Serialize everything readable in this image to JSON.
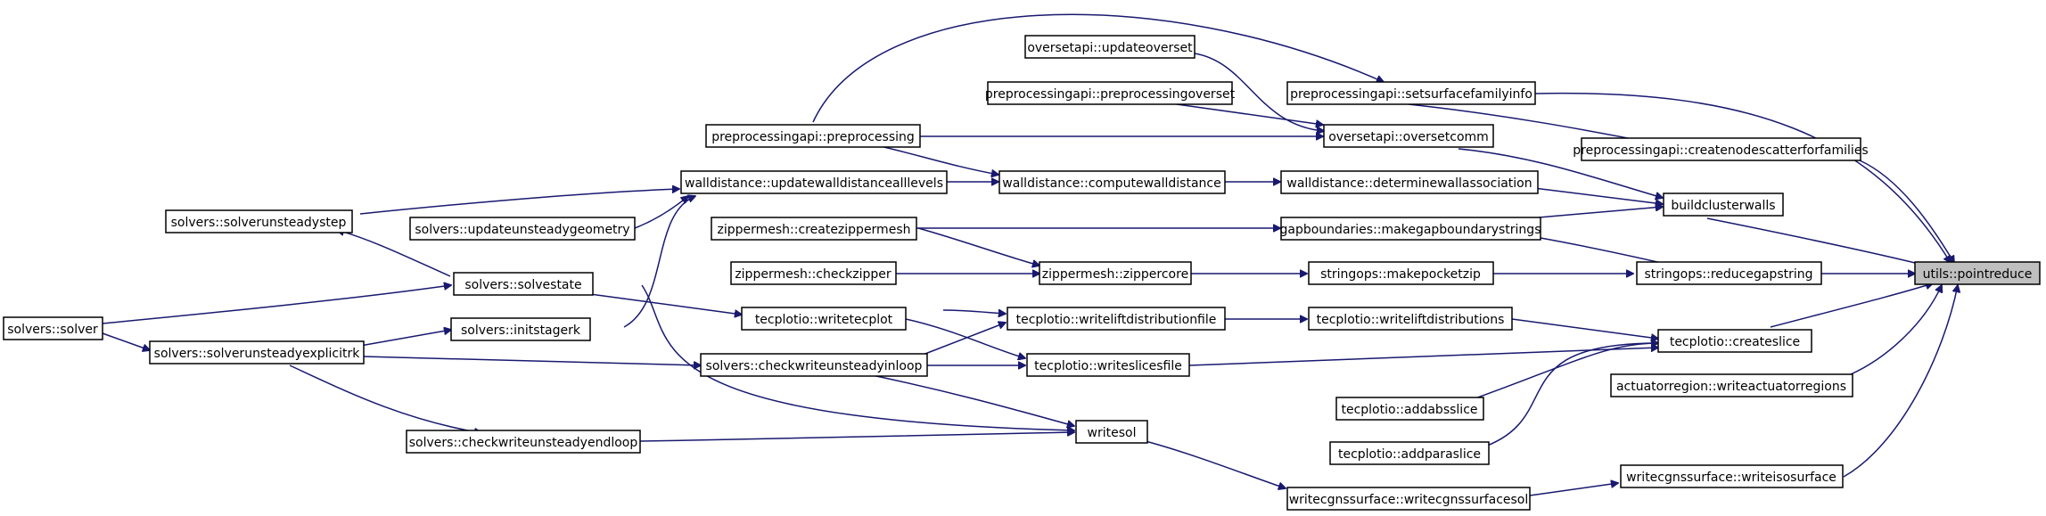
{
  "diagram": {
    "type": "call-graph",
    "colors": {
      "edge": "#191970",
      "root_fill": "#bfbfbf",
      "node_fill": "#ffffff",
      "node_stroke": "#000000"
    },
    "nodes": [
      {
        "id": "root",
        "label": "utils::pointreduce",
        "root": true
      },
      {
        "id": "setsurfacefamilyinfo",
        "label": "preprocessingapi::setsurfacefamilyinfo"
      },
      {
        "id": "createnodescatter",
        "label": "preprocessingapi::createnodescatterforfamilies"
      },
      {
        "id": "buildclusterwalls",
        "label": "buildclusterwalls"
      },
      {
        "id": "reducegapstring",
        "label": "stringops::reducegapstring"
      },
      {
        "id": "createslice",
        "label": "tecplotio::createslice"
      },
      {
        "id": "writeactuatorregions",
        "label": "actuatorregion::writeactuatorregions"
      },
      {
        "id": "writeisosurface",
        "label": "writecgnssurface::writeisosurface"
      },
      {
        "id": "updateoverset",
        "label": "oversetapi::updateoverset"
      },
      {
        "id": "preprocessingoverset",
        "label": "preprocessingapi::preprocessingoverset"
      },
      {
        "id": "oversetcomm",
        "label": "oversetapi::oversetcomm"
      },
      {
        "id": "determinewallassociation",
        "label": "walldistance::determinewallassociation"
      },
      {
        "id": "makegapboundarystrings",
        "label": "gapboundaries::makegapboundarystrings"
      },
      {
        "id": "makepocketzip",
        "label": "stringops::makepocketzip"
      },
      {
        "id": "writeliftdistributions",
        "label": "tecplotio::writeliftdistributions"
      },
      {
        "id": "addabsslice",
        "label": "tecplotio::addabsslice"
      },
      {
        "id": "addparaslice",
        "label": "tecplotio::addparaslice"
      },
      {
        "id": "writecgnssurfacesol",
        "label": "writecgnssurface::writecgnssurfacesol"
      },
      {
        "id": "preprocessing",
        "label": "preprocessingapi::preprocessing"
      },
      {
        "id": "computewalldistance",
        "label": "walldistance::computewalldistance"
      },
      {
        "id": "updatewalldistancealllevels",
        "label": "walldistance::updatewalldistancealllevels"
      },
      {
        "id": "createzippermesh",
        "label": "zippermesh::createzippermesh"
      },
      {
        "id": "zippercore",
        "label": "zippermesh::zippercore"
      },
      {
        "id": "checkzipper",
        "label": "zippermesh::checkzipper"
      },
      {
        "id": "writeliftdistributionfile",
        "label": "tecplotio::writeliftdistributionfile"
      },
      {
        "id": "writetecplot",
        "label": "tecplotio::writetecplot"
      },
      {
        "id": "writeslicesfile",
        "label": "tecplotio::writeslicesfile"
      },
      {
        "id": "checkwriteunsteadyinloop",
        "label": "solvers::checkwriteunsteadyinloop"
      },
      {
        "id": "writesol",
        "label": "writesol"
      },
      {
        "id": "solverunsteadystep",
        "label": "solvers::solverunsteadystep"
      },
      {
        "id": "updateunsteadygeometry",
        "label": "solvers::updateunsteadygeometry"
      },
      {
        "id": "solvestate",
        "label": "solvers::solvestate"
      },
      {
        "id": "initstagerk",
        "label": "solvers::initstagerk"
      },
      {
        "id": "checkwriteunsteadyendloop",
        "label": "solvers::checkwriteunsteadyendloop"
      },
      {
        "id": "solver",
        "label": "solvers::solver"
      },
      {
        "id": "solverunsteadyexplicitrk",
        "label": "solvers::solverunsteadyexplicitrk"
      }
    ]
  }
}
